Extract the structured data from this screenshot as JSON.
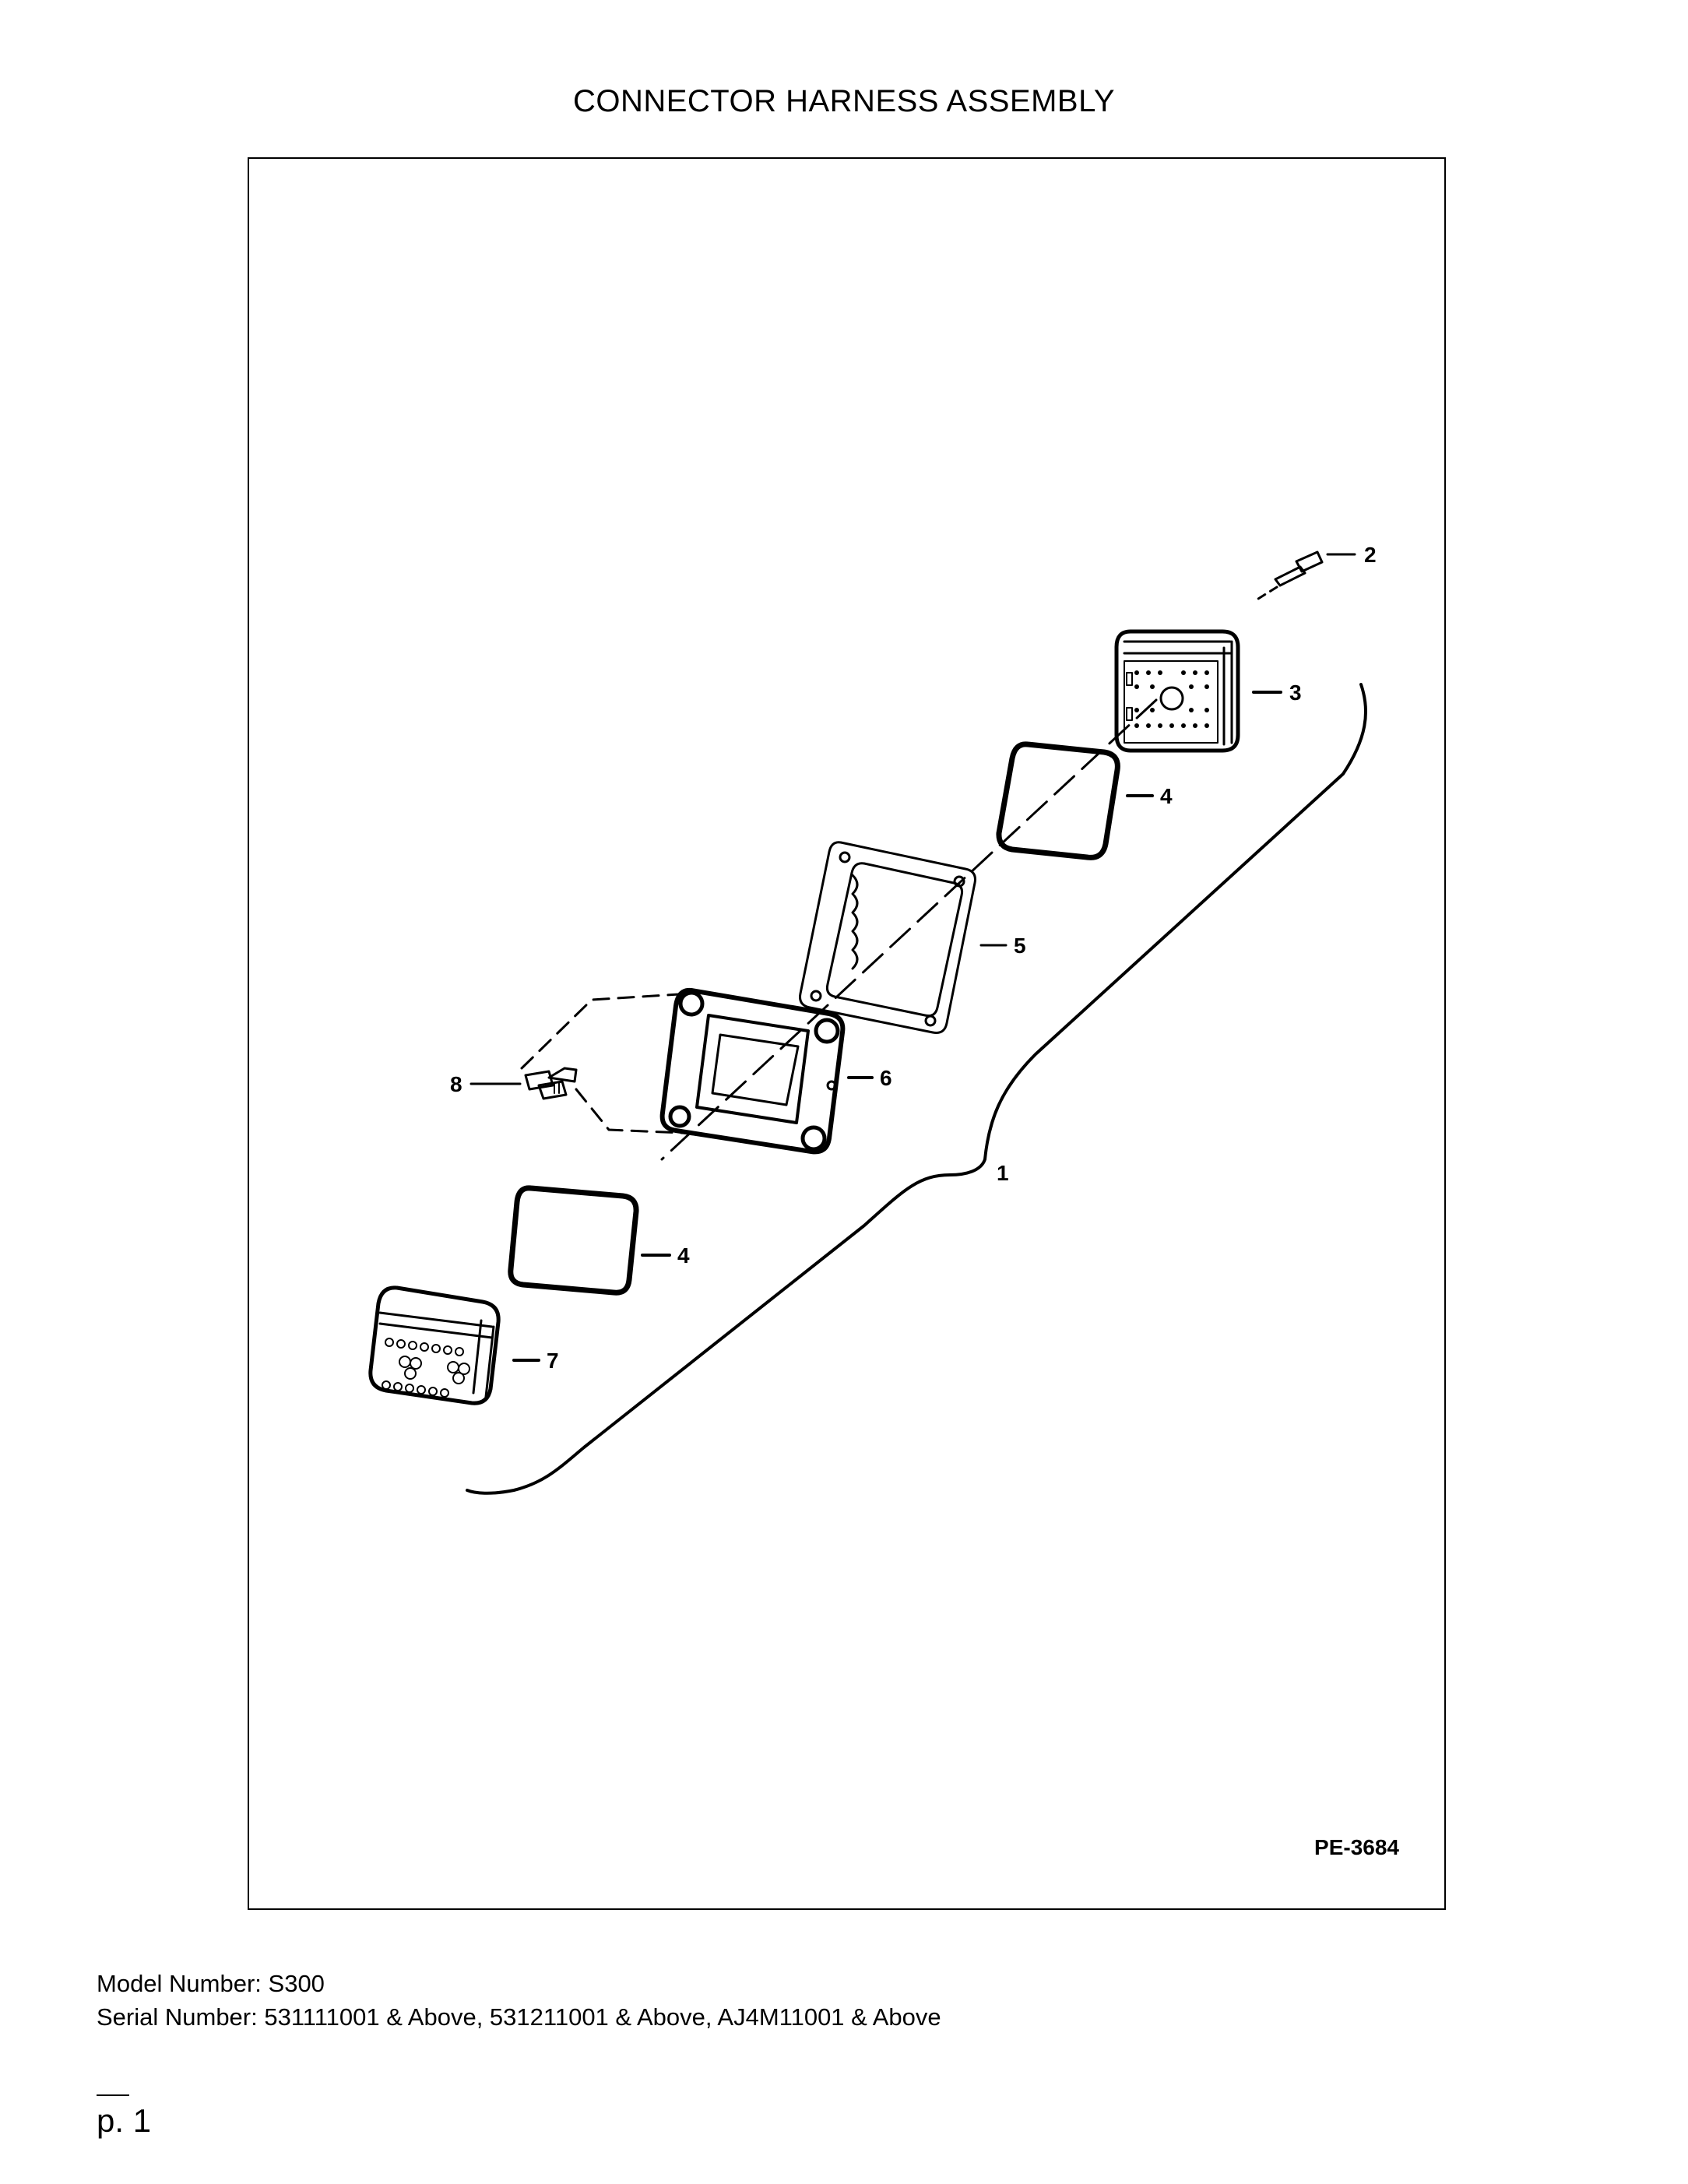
{
  "header": {
    "title": "CONNECTOR HARNESS ASSEMBLY"
  },
  "diagram": {
    "callouts": [
      "1",
      "2",
      "3",
      "4",
      "4",
      "5",
      "6",
      "7",
      "8"
    ],
    "reference_code": "PE-3684"
  },
  "footer": {
    "model_line": "Model Number: S300",
    "serial_line": "Serial Number: 531111001 & Above, 531211001 & Above, AJ4M11001 & Above",
    "page_label": "p. 1"
  }
}
